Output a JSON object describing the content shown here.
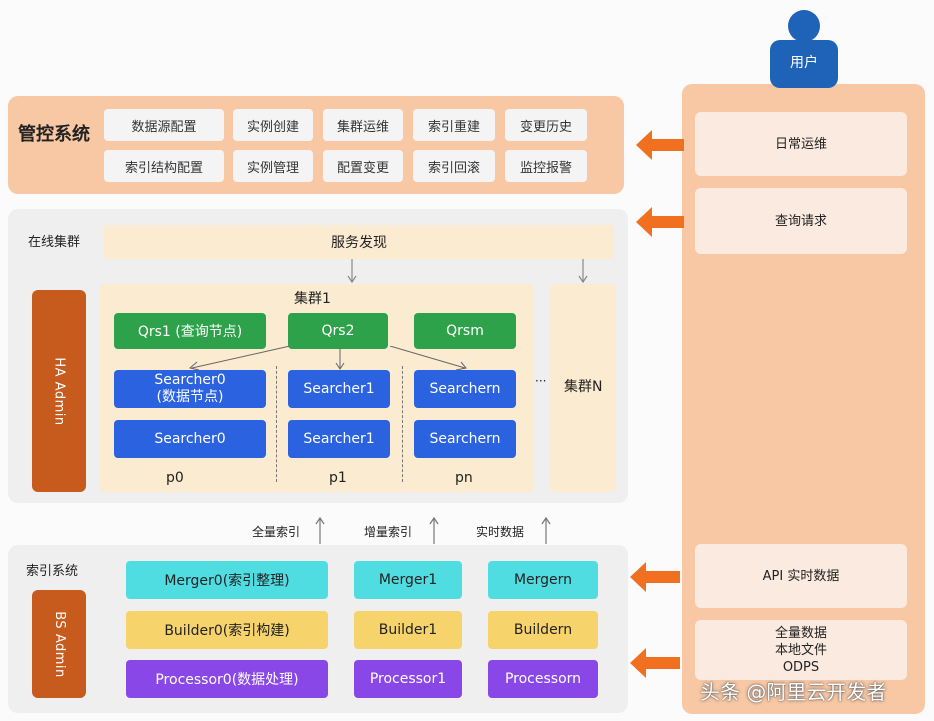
{
  "user": {
    "label": "用户"
  },
  "mgmt": {
    "title": "管控系统",
    "buttons": [
      "数据源配置",
      "实例创建",
      "集群运维",
      "索引重建",
      "变更历史",
      "索引结构配置",
      "实例管理",
      "配置变更",
      "索引回滚",
      "监控报警"
    ]
  },
  "online": {
    "title": "在线集群",
    "service_discovery": "服务发现",
    "ha_admin": "HA Admin",
    "cluster1": "集群1",
    "clusterN": "集群N",
    "ellipsis": "···",
    "qrs": [
      "Qrs1 (查询节点)",
      "Qrs2",
      "Qrsm"
    ],
    "searcher_top": [
      "Searcher0\n(数据节点)",
      "Searcher1",
      "Searchern"
    ],
    "searcher_bottom": [
      "Searcher0",
      "Searcher1",
      "Searchern"
    ],
    "partitions": [
      "p0",
      "p1",
      "pn"
    ]
  },
  "flow_labels": [
    "全量索引",
    "增量索引",
    "实时数据"
  ],
  "index": {
    "title": "索引系统",
    "bs_admin": "BS Admin",
    "mergers": [
      "Merger0(索引整理)",
      "Merger1",
      "Mergern"
    ],
    "builders": [
      "Builder0(索引构建)",
      "Builder1",
      "Buildern"
    ],
    "processors": [
      "Processor0(数据处理)",
      "Processor1",
      "Processorn"
    ]
  },
  "right": {
    "ops": "日常运维",
    "query": "查询请求",
    "api": "API 实时数据",
    "bulk": "全量数据\n本地文件\nODPS"
  },
  "watermark": "头条 @阿里云开发者",
  "colors": {
    "orange_arrow": "#f07020",
    "qrs": "#2ea24a",
    "searcher": "#2a62e0",
    "merger": "#4fdde2",
    "builder": "#f7d36b",
    "processor": "#8a47e8",
    "admin_bar": "#c75b1e"
  }
}
